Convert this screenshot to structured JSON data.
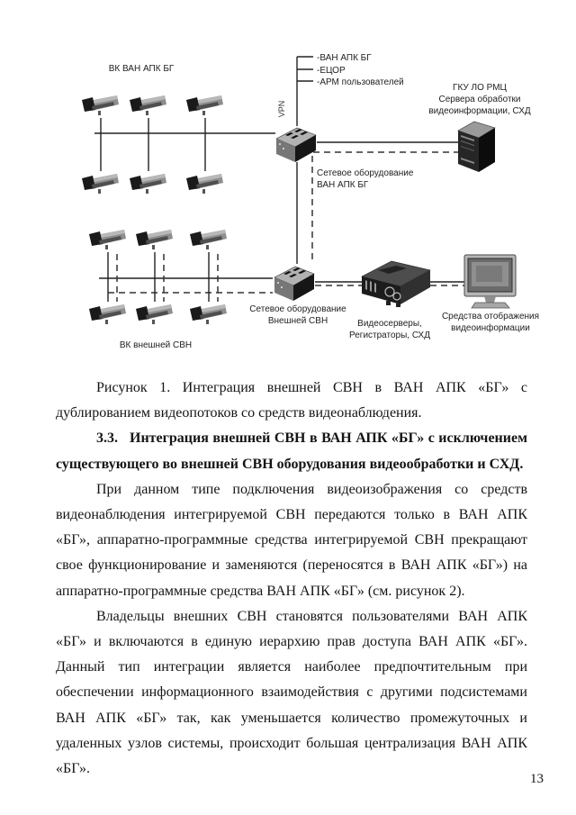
{
  "diagram": {
    "labels": {
      "vk_van": "ВК ВАН АПК БГ",
      "branches": [
        "-ВАН АПК БГ",
        "-ЕЦОР",
        "-АРМ пользователей"
      ],
      "vpn": "VPN",
      "gku": [
        "ГКУ ЛО РМЦ",
        "Сервера обработки",
        "видеоинформации, СХД"
      ],
      "net_van": [
        "Сетевое оборудование",
        "ВАН АПК БГ"
      ],
      "net_ext": [
        "Сетевое оборудование",
        "Внешней СВН"
      ],
      "vk_ext": "ВК внешней СВН",
      "video_servers": [
        "Видеосерверы,",
        "Регистраторы, СХД"
      ],
      "display": [
        "Средства отображения",
        "видеоинформации"
      ]
    }
  },
  "text": {
    "figure_caption": "Рисунок 1. Интеграция внешней СВН в ВАН АПК «БГ» с дублированием видеопотоков со средств видеонаблюдения.",
    "heading_number": "3.3.",
    "heading_title": "Интеграция внешней СВН в ВАН АПК «БГ» с исключением существующего во внешней СВН оборудования видеообработки и СХД.",
    "paragraph_1": "При данном типе подключения видеоизображения со средств видеонаблюдения интегрируемой СВН передаются только в ВАН АПК «БГ», аппаратно-программные средства интегрируемой СВН прекращают свое функционирование и заменяются (переносятся в ВАН АПК «БГ») на аппаратно-программные средства ВАН АПК «БГ» (см. рисунок 2).",
    "paragraph_2": "Владельцы внешних СВН становятся пользователями ВАН АПК «БГ» и включаются в единую иерархию прав доступа ВАН АПК «БГ». Данный тип интеграции является наиболее предпочтительным при обеспечении информационного взаимодействия с другими подсистемами ВАН АПК «БГ» так, как уменьшается количество промежуточных и удаленных узлов системы, происходит большая централизация ВАН АПК «БГ»."
  },
  "page": {
    "number": "13"
  }
}
